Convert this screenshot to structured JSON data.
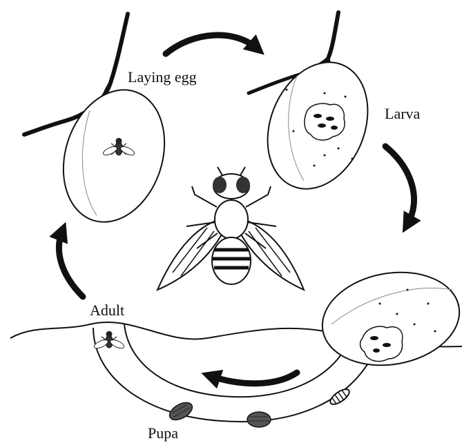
{
  "labels": {
    "laying_egg": "Laying egg",
    "larva": "Larva",
    "adult": "Adult",
    "pupa": "Pupa"
  },
  "colors": {
    "line": "#111111",
    "background": "#ffffff",
    "pupa_fill": "#555555"
  },
  "icons": [
    "fruit-icon",
    "fly-icon",
    "larva-icon",
    "pupa-icon",
    "cycle-arrow-icon",
    "branch-icon"
  ]
}
